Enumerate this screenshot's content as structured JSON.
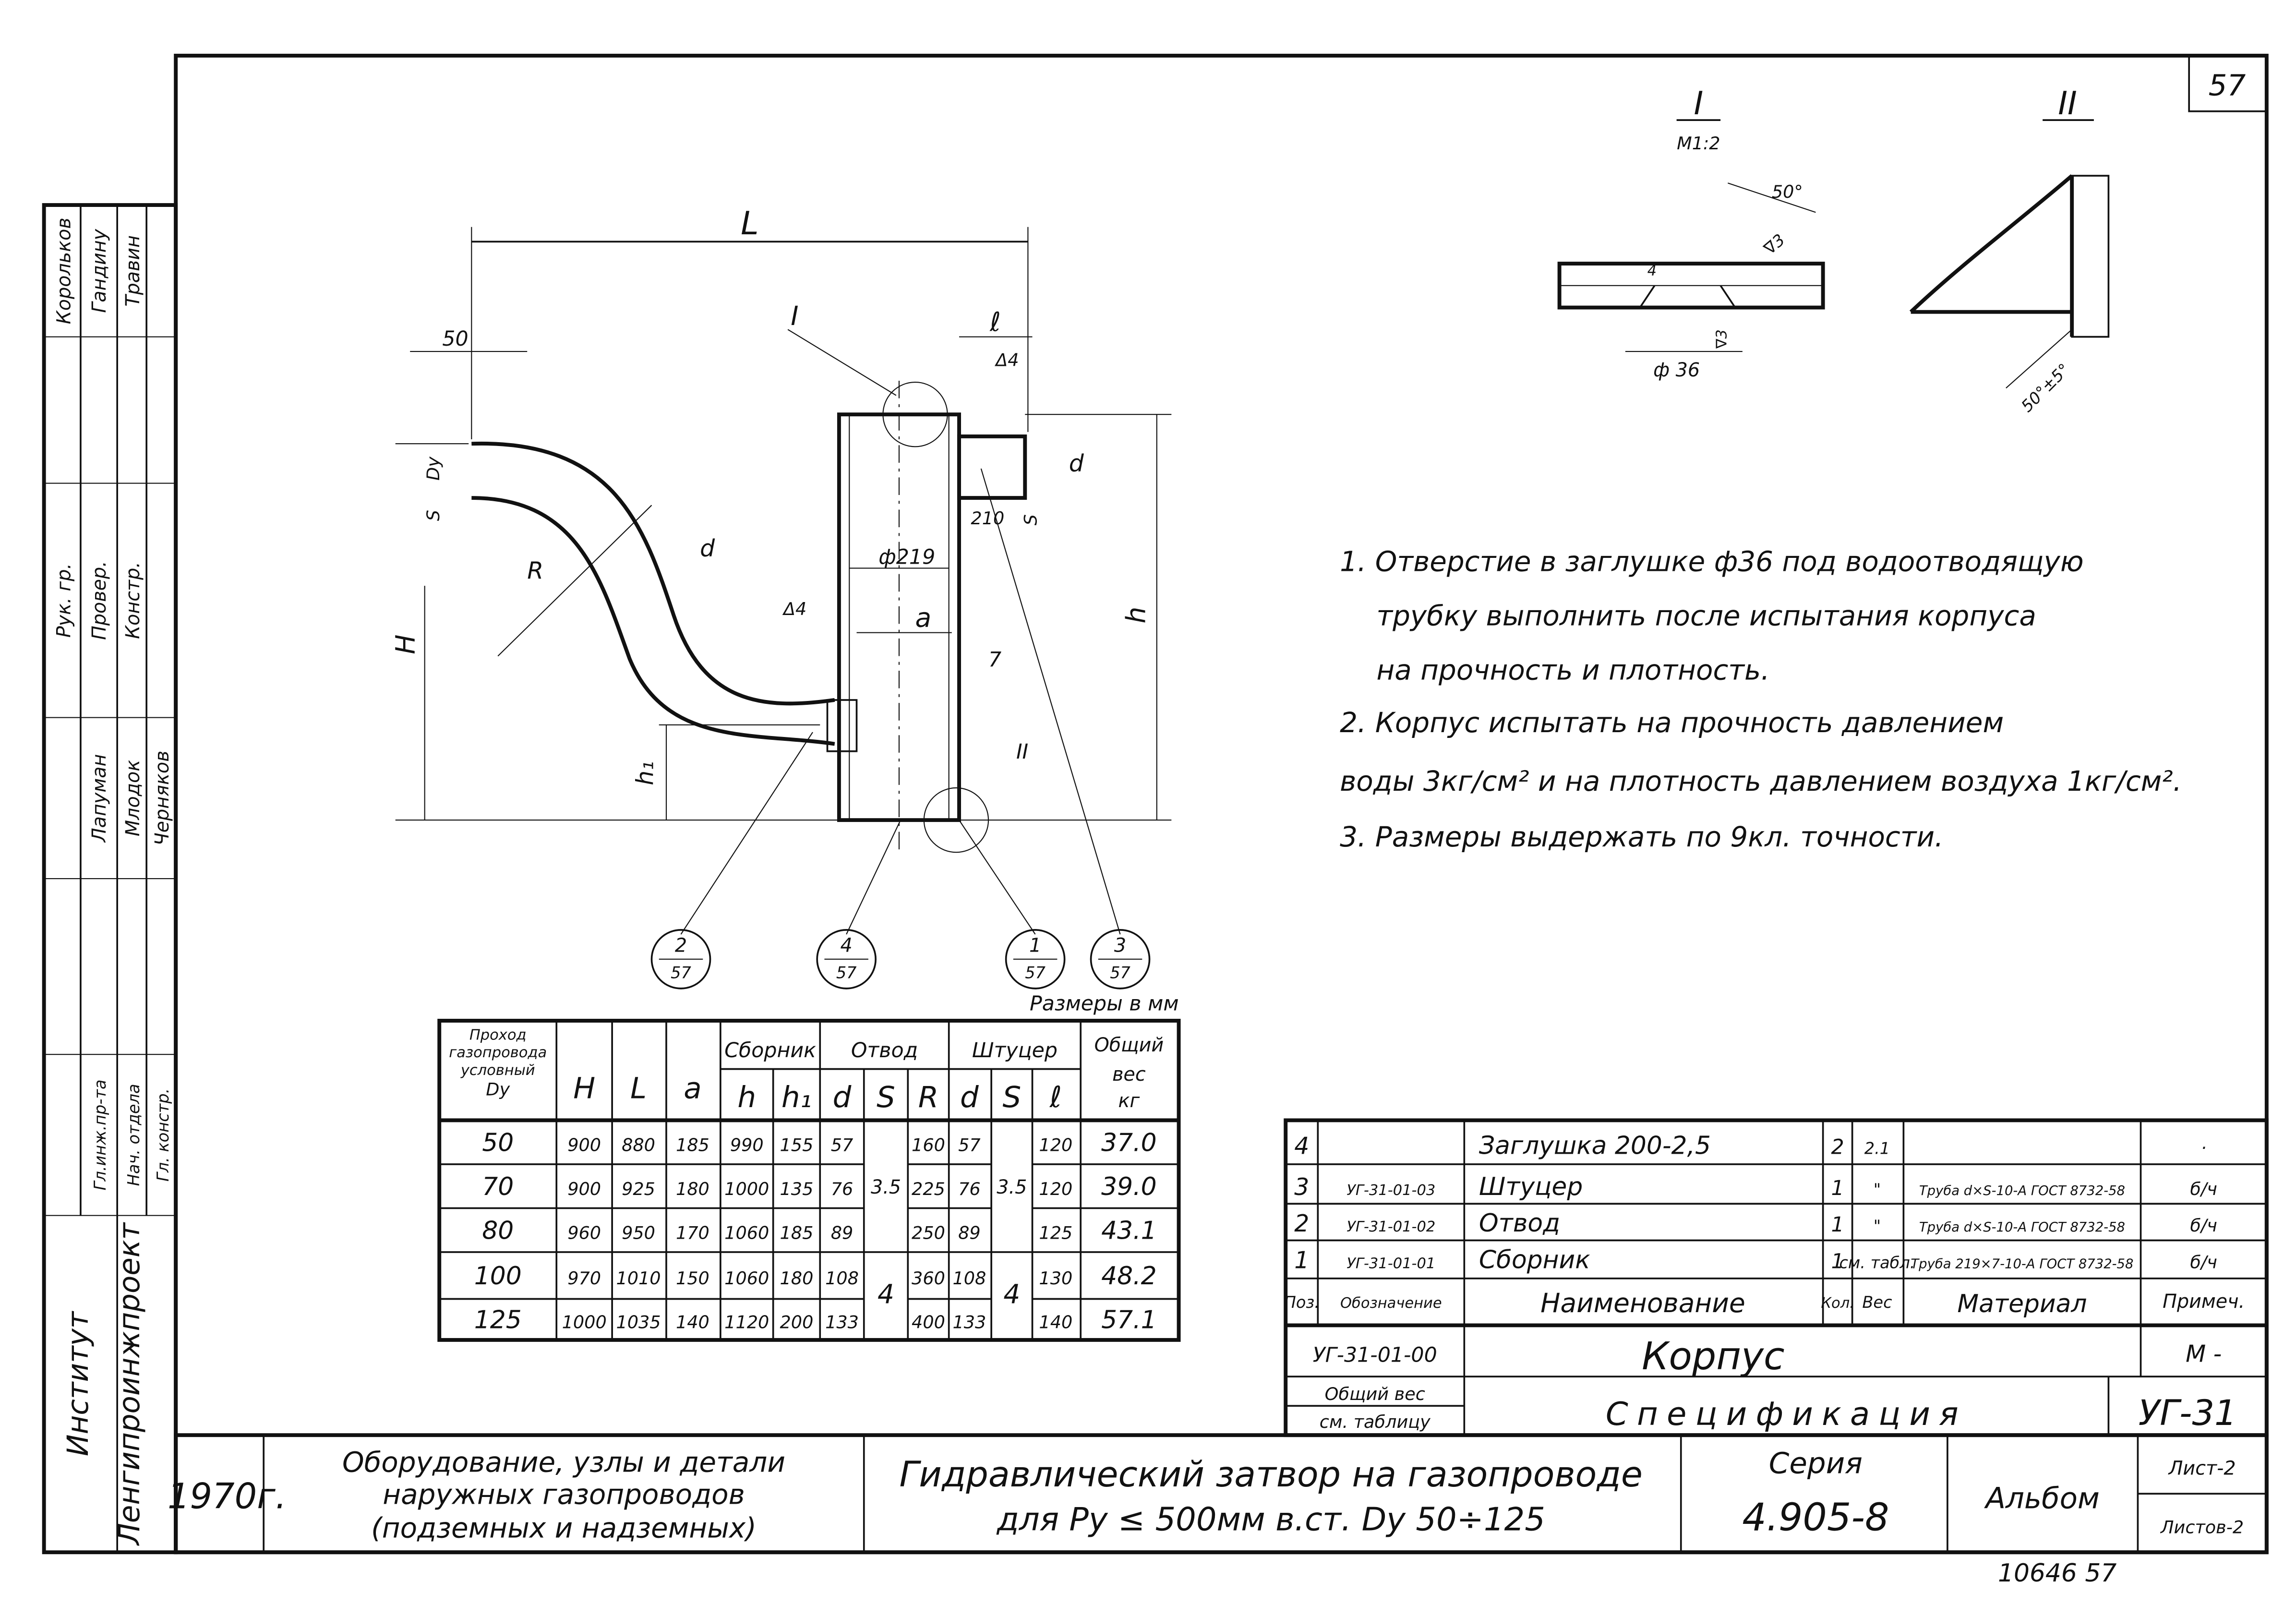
{
  "sheet_number": "57",
  "stamp": {
    "institute_label": "Институт",
    "institute_name": "Ленгипроинжпроект",
    "roles": [
      "Рук. гр.",
      "Провер.",
      "Констр.",
      "Гл.инж.пр-та",
      "Нач. отдела",
      "Гл. констр."
    ],
    "names_top": [
      "Корольков",
      "Гандину",
      "Травин"
    ],
    "names_mid": [
      "Лапуман",
      "Млодок",
      "Черняков"
    ]
  },
  "drawing": {
    "dim_L": "L",
    "dim_50": "50",
    "dim_Dy": "Dy",
    "dim_S": "S",
    "dim_R": "R",
    "dim_d": "d",
    "dim_H": "H",
    "dim_h1": "h₁",
    "dim_h": "h",
    "dim_l": "ℓ",
    "dim_a": "a",
    "dim_phi219": "ф219",
    "dim_210": "210",
    "dim_7": "7",
    "weld_4a": "Δ4",
    "weld_4b": "Δ4",
    "view_I": "I",
    "view_II": "II",
    "callouts": [
      {
        "num": "2",
        "sheet": "57"
      },
      {
        "num": "4",
        "sheet": "57"
      },
      {
        "num": "1",
        "sheet": "57"
      },
      {
        "num": "3",
        "sheet": "57"
      }
    ]
  },
  "detail_I": {
    "title": "I",
    "scale": "М1:2",
    "angle": "50°",
    "dia": "ф 36",
    "dim4": "4",
    "rough1": "∇3",
    "rough2": "∇3"
  },
  "detail_II": {
    "title": "II",
    "angle": "50°±5°"
  },
  "notes": [
    "1. Отверстие в заглушке ф36 под водоотводящую",
    "трубку выполнить после испытания корпуса",
    "на прочность и плотность.",
    "2. Корпус испытать на прочность давлением",
    "воды 3кг/см² и на плотность давлением воздуха 1кг/см².",
    "3. Размеры выдержать по 9кл. точности."
  ],
  "dims_table": {
    "units_caption": "Размеры в мм",
    "col0": [
      "Проход",
      "газопровода",
      "условный",
      "Dy"
    ],
    "groups": {
      "sbornik": "Сборник",
      "otvod": "Отвод",
      "shtucer": "Штуцер",
      "weight": [
        "Общий",
        "вес",
        "кг"
      ]
    },
    "headers": [
      "H",
      "L",
      "a",
      "h",
      "h₁",
      "d",
      "S",
      "R",
      "d",
      "S",
      "ℓ"
    ],
    "rows": [
      [
        "50",
        "900",
        "880",
        "185",
        "990",
        "155",
        "57",
        "160",
        "57",
        "120",
        "37.0"
      ],
      [
        "70",
        "900",
        "925",
        "180",
        "1000",
        "135",
        "76",
        "225",
        "76",
        "120",
        "39.0"
      ],
      [
        "80",
        "960",
        "950",
        "170",
        "1060",
        "185",
        "89",
        "250",
        "89",
        "125",
        "43.1"
      ],
      [
        "100",
        "970",
        "1010",
        "150",
        "1060",
        "180",
        "108",
        "360",
        "108",
        "130",
        "48.2"
      ],
      [
        "125",
        "1000",
        "1035",
        "140",
        "1120",
        "200",
        "133",
        "400",
        "133",
        "140",
        "57.1"
      ]
    ],
    "otvod_S": [
      "3.5",
      "4"
    ],
    "shtucer_S": [
      "3.5",
      "4"
    ]
  },
  "spec": {
    "rows": [
      {
        "pos": "4",
        "code": "",
        "name": "Заглушка 200-2,5",
        "qty": "2",
        "weight": "2.1",
        "material": "",
        "note": "·"
      },
      {
        "pos": "3",
        "code": "УГ-31-01-03",
        "name": "Штуцер",
        "qty": "1",
        "weight": "\"",
        "material": "Труба d×S-10-А ГОСТ 8732-58",
        "note": "б/ч"
      },
      {
        "pos": "2",
        "code": "УГ-31-01-02",
        "name": "Отвод",
        "qty": "1",
        "weight": "\"",
        "material": "Труба d×S-10-А ГОСТ 8732-58",
        "note": "б/ч"
      },
      {
        "pos": "1",
        "code": "УГ-31-01-01",
        "name": "Сборник",
        "qty": "1",
        "weight": "см. табл.",
        "material": "Труба 219×7-10-А ГОСТ 8732-58",
        "note": "б/ч"
      }
    ],
    "headers": [
      "Поз.",
      "Обозначение",
      "Наименование",
      "Кол.",
      "Вес",
      "Материал",
      "Примеч."
    ],
    "assembly_code": "УГ-31-01-00",
    "assembly_name": "Корпус",
    "scale": "М -",
    "weight_label_1": "Общий вес",
    "weight_label_2": "см. таблицу",
    "spec_title": "Спецификация",
    "series_code": "УГ-31"
  },
  "title_block": {
    "year": "1970г.",
    "subject": [
      "Оборудование, узлы и детали",
      "наружных газопроводов",
      "(подземных и надземных)"
    ],
    "title": [
      "Гидравлический затвор на газопроводе",
      "для Py ≤ 500мм в.ст. Dy 50÷125"
    ],
    "series_label": "Серия",
    "series": "4.905-8",
    "album": "Альбом",
    "sheet": "Лист-2",
    "sheets": "Листов-2"
  },
  "archive_number": "10646  57"
}
